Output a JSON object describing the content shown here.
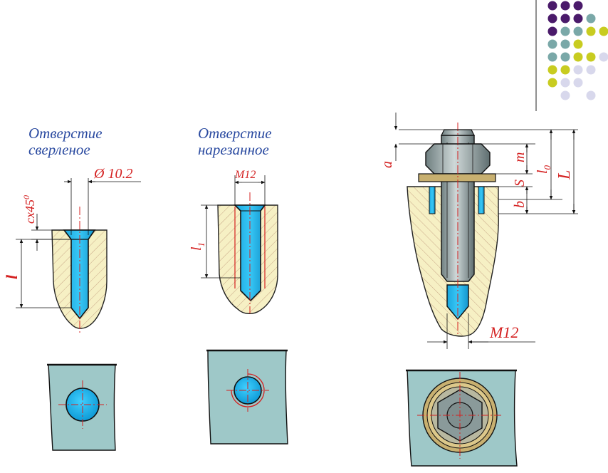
{
  "captions": {
    "drilled": [
      "Отверстие",
      "сверленое"
    ],
    "threaded": [
      "Отверстие",
      "нарезанное"
    ]
  },
  "dimensions": {
    "drill_diameter": "Ø 10.2",
    "chamfer": "cx45",
    "chamfer_sup": "0",
    "drill_depth": "l",
    "thread_size": "M12",
    "thread_depth": "l",
    "thread_depth_sub": "1",
    "bolt_a": "a",
    "bolt_m": "m",
    "bolt_s": "S",
    "bolt_b": "b",
    "bolt_l0": "l",
    "bolt_l0_sub": "0",
    "bolt_L": "L",
    "bolt_thread": "M12"
  },
  "colors": {
    "material": "#f6f0c4",
    "hole": "#1ab4ec",
    "plate": "#9ec8c8",
    "steel": "#8a9a9a",
    "washer": "#c8b070",
    "dim": "#d42020",
    "caption": "#2a4aa0"
  },
  "decor_dots": [
    [
      "#4a1a6a",
      "#4a1a6a",
      "#4a1a6a",
      "",
      ""
    ],
    [
      "#4a1a6a",
      "#4a1a6a",
      "#4a1a6a",
      "#7aa8a8",
      ""
    ],
    [
      "#4a1a6a",
      "#7aa8a8",
      "#7aa8a8",
      "#c8cc20",
      "#c8cc20"
    ],
    [
      "#7aa8a8",
      "#7aa8a8",
      "#c8cc20",
      "",
      ""
    ],
    [
      "#7aa8a8",
      "#7aa8a8",
      "#c8cc20",
      "#c8cc20",
      "#d8d8ec"
    ],
    [
      "#c8cc20",
      "#c8cc20",
      "#d8d8ec",
      "#d8d8ec",
      ""
    ],
    [
      "#c8cc20",
      "#d8d8ec",
      "#d8d8ec",
      "",
      ""
    ],
    [
      "",
      "#d8d8ec",
      "",
      "#d8d8ec",
      ""
    ]
  ]
}
